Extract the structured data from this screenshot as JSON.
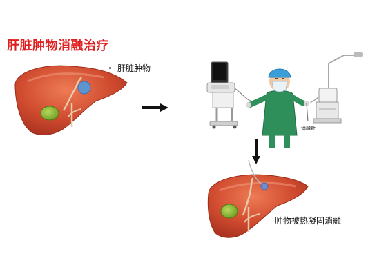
{
  "title": "肝脏肿物消融治疗",
  "labels": {
    "tumor": "肝脏肿物",
    "needle": "消融针",
    "result": "肿物被热凝固消融"
  },
  "colors": {
    "title": "#e02020",
    "liver": "#c8432a",
    "liver_light": "#e8714d",
    "gallbladder": "#7cae2e",
    "tumor_before": "#5f95cf",
    "tumor_after": "#6f8ccc",
    "surgeon_gown": "#2f8f5a",
    "surgeon_cap": "#3a9ed8",
    "arrow": "#111111"
  },
  "icons": {
    "arrow_right": "arrow-right-icon",
    "arrow_down": "arrow-down-icon",
    "ultrasound_machine": "ultrasound-machine-icon",
    "surgeon": "surgeon-icon",
    "ablation_stand": "ablation-generator-stand-icon"
  }
}
